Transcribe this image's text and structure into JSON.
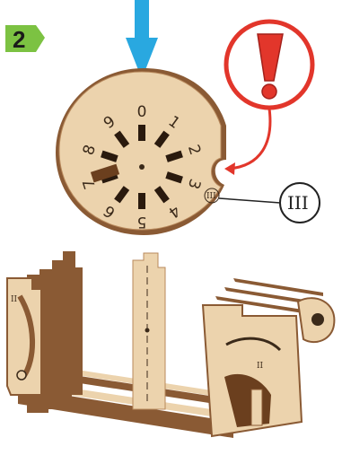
{
  "step": {
    "number": "2"
  },
  "dial": {
    "digits": [
      "0",
      "1",
      "2",
      "3",
      "4",
      "5",
      "6",
      "7",
      "8",
      "9"
    ],
    "slot_marker": "III"
  },
  "callout": {
    "label": "III"
  },
  "frame": {
    "left_marker": "II",
    "right_marker": "II"
  },
  "colors": {
    "step_badge": "#7cc242",
    "arrow_blue": "#29a8e0",
    "warning_red": "#e2362b",
    "plywood": "#ecd3ad",
    "plywood_edge": "#8a5a34"
  },
  "icons": {
    "warning": "exclamation-icon",
    "direction": "arrow-down-icon"
  }
}
